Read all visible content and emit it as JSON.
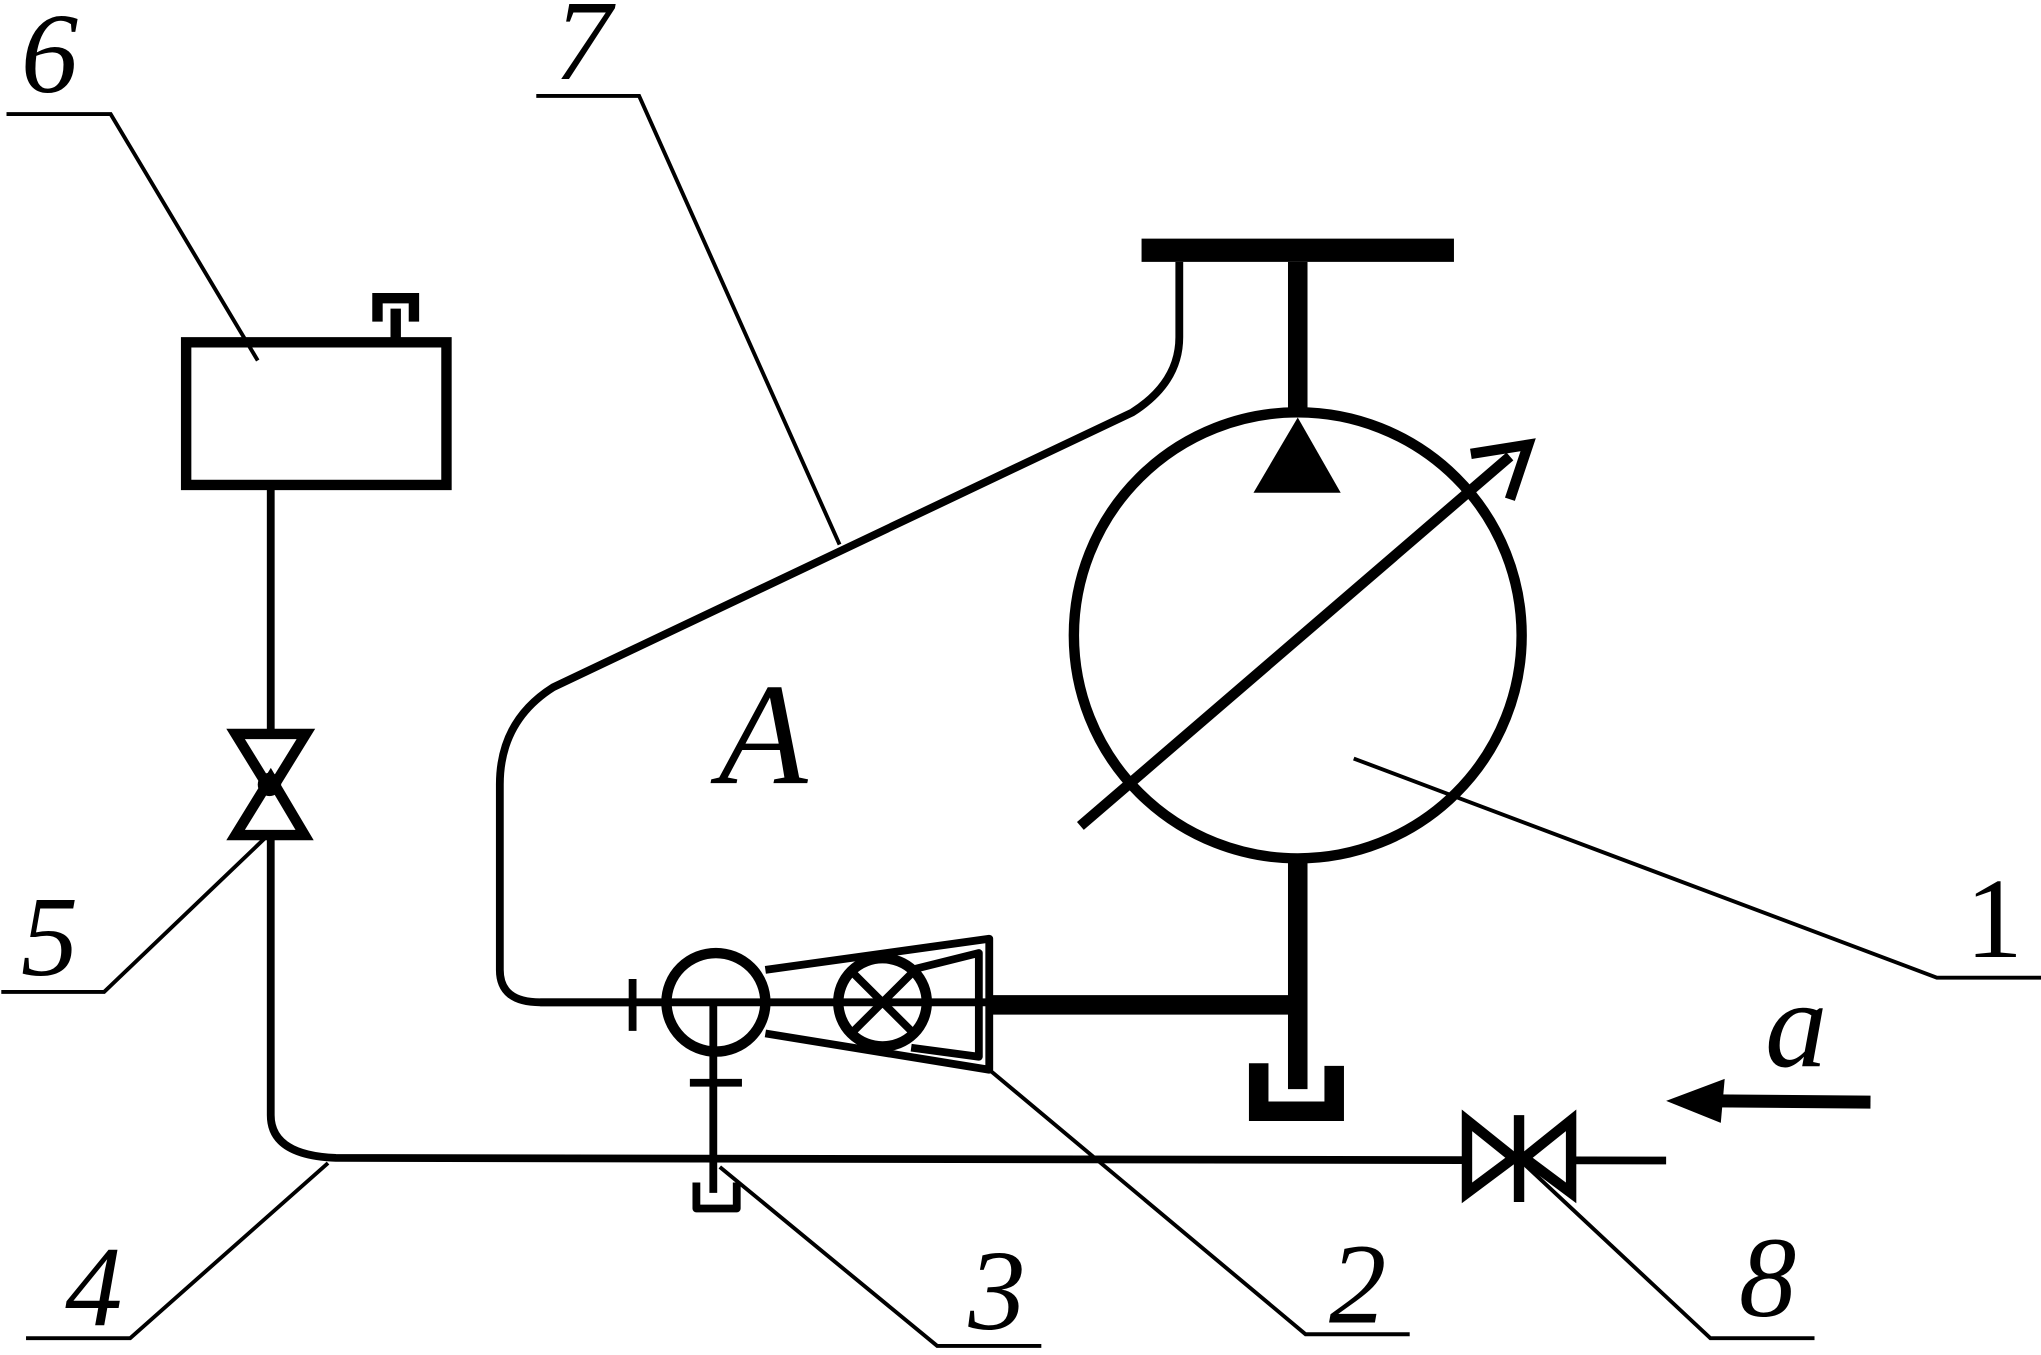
{
  "labels": {
    "label_6": "6",
    "label_7": "7",
    "label_chamber": "A",
    "label_1": "1",
    "label_flow": "a",
    "label_5": "5",
    "label_4": "4",
    "label_3": "3",
    "label_2": "2",
    "label_8": "8"
  },
  "colors": {
    "line": "#000000",
    "background": "#ffffff"
  }
}
